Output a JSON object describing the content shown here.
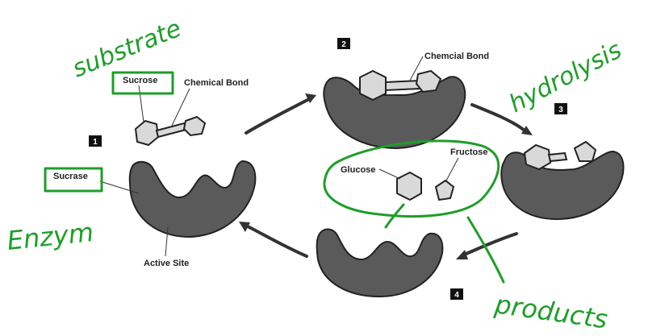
{
  "labels": {
    "sucrose": "Sucrose",
    "chemical_bond": "Chemical Bond",
    "sucrase": "Sucrase",
    "active_site": "Active Site",
    "chemcial_bond": "Chemcial Bond",
    "glucose": "Glucose",
    "fructose": "Fructose"
  },
  "steps": [
    "1",
    "2",
    "3",
    "4"
  ],
  "annotations": {
    "substrate": "substrate",
    "hydrolysis": "hydrolysis",
    "enzyme": "Enzym",
    "products": "products"
  },
  "colors": {
    "annotation_ink": "#1e9e28",
    "enzyme_fill": "#5a5a5a",
    "molecule_fill": "#d9d9d9"
  }
}
